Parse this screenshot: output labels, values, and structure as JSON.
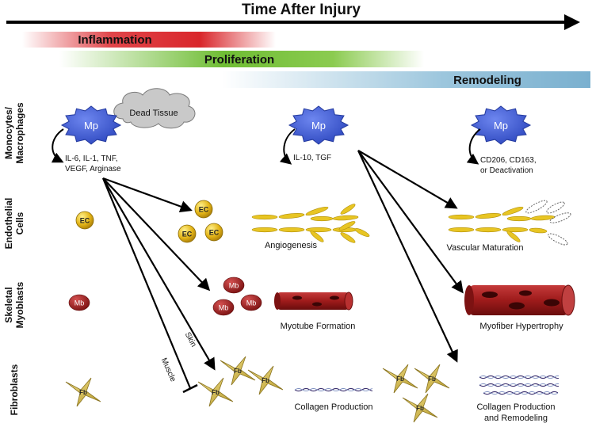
{
  "header": {
    "axis_title": "Time After Injury",
    "phases": [
      "Inflammation",
      "Proliferation",
      "Remodeling"
    ]
  },
  "row_labels": {
    "macrophages": [
      "Monocytes/",
      "Macrophages"
    ],
    "endothelial": [
      "Endothelial",
      "Cells"
    ],
    "myoblasts": [
      "Skeletal",
      "Myoblasts"
    ],
    "fibroblasts": [
      "Fibroblasts"
    ]
  },
  "macrophage_label": "Mp",
  "dead_tissue": "Dead Tissue",
  "secretions": {
    "early": [
      "IL-6, IL-1, TNF,",
      "VEGF, Arginase"
    ],
    "mid": [
      "IL-10, TGF"
    ],
    "late": [
      "CD206, CD163,",
      "or Deactivation"
    ]
  },
  "cell_labels": {
    "ec": "EC",
    "mb": "Mb",
    "fb": "Fb"
  },
  "processes": {
    "angiogenesis": "Angiogenesis",
    "vascular_maturation": "Vascular Maturation",
    "myotube_formation": "Myotube Formation",
    "myofiber_hypertrophy": "Myofiber Hypertrophy",
    "collagen_production": "Collagen Production",
    "collagen_remodeling": [
      "Collagen Production",
      "and Remodeling"
    ]
  },
  "arrow_labels": {
    "skin": "Skin",
    "muscle": "Muscle"
  },
  "colors": {
    "inflammation": "#d9262b",
    "proliferation": "#6fbd34",
    "remodeling": "#7ab0cf",
    "macrophage": "#3d5bd6",
    "ec": "#e3b417",
    "mb": "#9e1b1b",
    "fb": "#d8bd4a",
    "vessel": "#e8c523"
  }
}
